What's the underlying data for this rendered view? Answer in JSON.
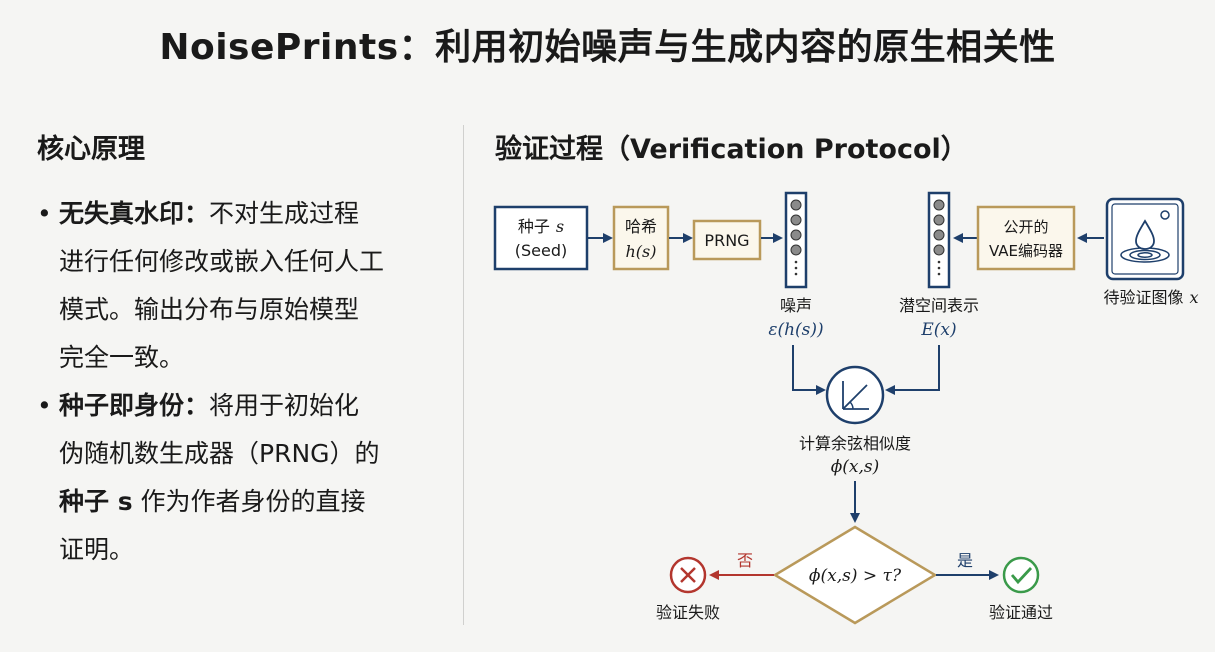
{
  "title": "NoisePrints：利用初始噪声与生成内容的原生相关性",
  "left": {
    "heading": "核心原理",
    "bullets": [
      {
        "bold": "无失真水印：",
        "line1": "不对生成过程",
        "line2": "进行任何修改或嵌入任何人工",
        "line3": "模式。输出分布与原始模型",
        "line4": "完全一致。"
      },
      {
        "bold": "种子即身份：",
        "line1": "将用于初始化",
        "line2": "伪随机数生成器（PRNG）的",
        "line3_bold": "种子 s",
        "line3": " 作为作者身份的直接",
        "line4": "证明。"
      }
    ]
  },
  "right": {
    "heading": "验证过程（Verification Protocol）",
    "nodes": {
      "seed_line1": "种子",
      "seed_var": "s",
      "seed_line2": "(Seed)",
      "hash_line1": "哈希",
      "hash_var": "h(s)",
      "prng": "PRNG",
      "vae_line1": "公开的",
      "vae_line2": "VAE编码器",
      "image_label": "待验证图像",
      "image_var": "x",
      "noise_label": "噪声",
      "noise_var": "ε(h(s))",
      "latent_label": "潜空间表示",
      "latent_var": "E(x)",
      "cosine_label": "计算余弦相似度",
      "cosine_var": "ϕ(x,s)",
      "decision": "ϕ(x,s) > τ?",
      "no_label": "否",
      "yes_label": "是",
      "fail_label": "验证失败",
      "pass_label": "验证通过"
    },
    "colors": {
      "navy": "#1e3f6b",
      "gold": "#b9995a",
      "red": "#b3362e",
      "green": "#3a9a4a",
      "gray": "#8a8a8a"
    }
  }
}
